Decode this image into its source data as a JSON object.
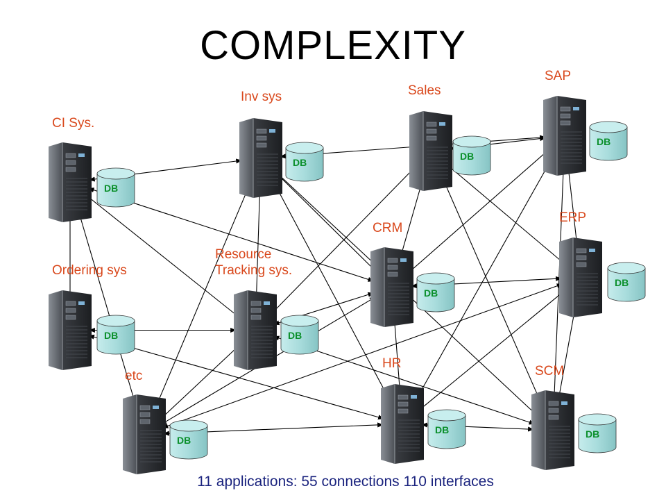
{
  "slide": {
    "title": "COMPLEXITY",
    "footer": "11 applications:  55 connections  110 interfaces"
  },
  "db_label": "DB",
  "colors": {
    "label": "#d9481c",
    "db_text": "#0a8f2a",
    "db_fill": "#a8dcdc",
    "db_stroke": "#333333",
    "server_front": "#2b2e33",
    "server_side": "#6d7178",
    "arrow": "#000000",
    "footer": "#1a237e"
  },
  "applications": [
    {
      "id": "ci",
      "label": "CI Sys."
    },
    {
      "id": "inv",
      "label": "Inv sys"
    },
    {
      "id": "sales",
      "label": "Sales"
    },
    {
      "id": "sap",
      "label": "SAP"
    },
    {
      "id": "erp",
      "label": "ERP"
    },
    {
      "id": "crm",
      "label": "CRM"
    },
    {
      "id": "resource",
      "label": "Resource\nTracking sys."
    },
    {
      "id": "ordering",
      "label": "Ordering sys"
    },
    {
      "id": "etc",
      "label": "etc"
    },
    {
      "id": "hr",
      "label": "HR"
    },
    {
      "id": "scm",
      "label": "SCM"
    }
  ],
  "connections": [
    [
      "ci",
      "inv"
    ],
    [
      "ci",
      "ordering"
    ],
    [
      "ci",
      "crm"
    ],
    [
      "ci",
      "resource"
    ],
    [
      "ci",
      "etc"
    ],
    [
      "inv",
      "sap"
    ],
    [
      "inv",
      "crm"
    ],
    [
      "inv",
      "resource"
    ],
    [
      "inv",
      "etc"
    ],
    [
      "inv",
      "hr"
    ],
    [
      "inv",
      "scm"
    ],
    [
      "sales",
      "sap"
    ],
    [
      "sales",
      "crm"
    ],
    [
      "sales",
      "resource"
    ],
    [
      "sales",
      "erp"
    ],
    [
      "sales",
      "scm"
    ],
    [
      "sap",
      "erp"
    ],
    [
      "sap",
      "crm"
    ],
    [
      "sap",
      "hr"
    ],
    [
      "sap",
      "scm"
    ],
    [
      "erp",
      "crm"
    ],
    [
      "erp",
      "scm"
    ],
    [
      "erp",
      "etc"
    ],
    [
      "erp",
      "hr"
    ],
    [
      "crm",
      "resource"
    ],
    [
      "crm",
      "hr"
    ],
    [
      "crm",
      "etc"
    ],
    [
      "resource",
      "ordering"
    ],
    [
      "resource",
      "scm"
    ],
    [
      "resource",
      "etc"
    ],
    [
      "ordering",
      "hr"
    ],
    [
      "etc",
      "hr"
    ],
    [
      "hr",
      "scm"
    ]
  ]
}
